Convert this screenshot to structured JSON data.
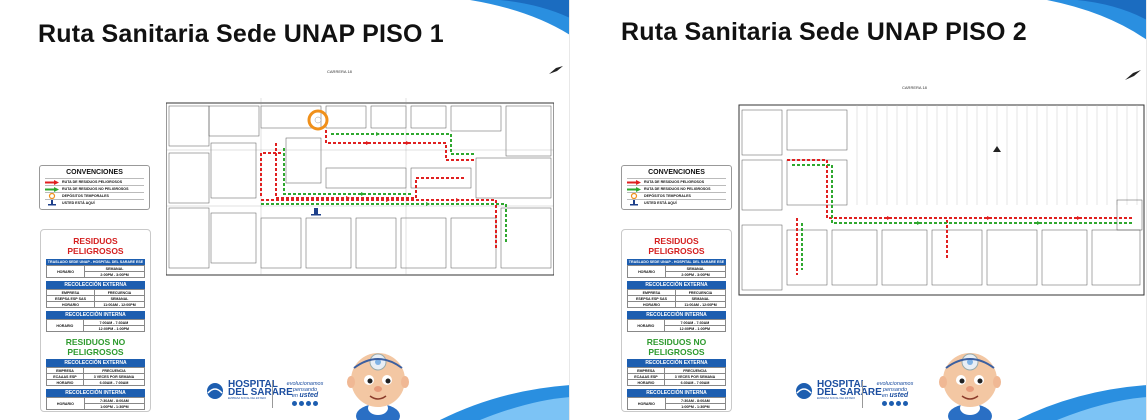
{
  "panels": [
    {
      "title": "Ruta Sanitaria Sede UNAP PISO 1",
      "street": "CARRERA 18"
    },
    {
      "title": "Ruta Sanitaria Sede UNAP PISO 2",
      "street": "CARRERA 18"
    }
  ],
  "legend": {
    "title": "CONVENCIONES",
    "items": [
      {
        "label": "RUTA DE RESIDUOS PELIGROSOS",
        "icon": "red-arrow-icon",
        "color": "#e02020"
      },
      {
        "label": "RUTA DE RESIDUOS NO PELIGROSOS",
        "icon": "green-arrow-icon",
        "color": "#2fa82f"
      },
      {
        "label": "DEPÓSITOS TEMPORALES",
        "icon": "orange-circle-icon",
        "color": "#f0901a"
      },
      {
        "label": "USTED ESTÁ AQUÍ",
        "icon": "you-are-here-icon",
        "color": "#1d3f8a"
      }
    ]
  },
  "schedule": {
    "hazardous_title": "RESIDUOS PELIGROSOS",
    "transfer_label": "TRASLADO SEDE UNAP - HOSPITAL DEL SARARE ESE",
    "horario_label": "HORARIO",
    "semanal_label": "SEMANAL",
    "transfer_time": "2:00PM - 3:00PM",
    "external_label": "RECOLECCIÓN EXTERNA",
    "empresa_label": "EMPRESA",
    "frecuencia_label": "FRECUENCIA",
    "ext_company": "ESEPSA ESP SAS",
    "ext_freq": "SEMANAL",
    "ext_time": "11:00AM - 12:00PM",
    "internal_label": "RECOLECCIÓN INTERNA",
    "int_time_1": "7:00AM - 7:30AM",
    "int_time_2": "12:00PM - 1:00PM",
    "nonhaz_title": "RESIDUOS NO PELIGROSOS",
    "nh_company": "ECAAAS ESP",
    "nh_freq": "3 VECES POR SEMANA",
    "nh_ext_time": "6:30AM - 7:00AM",
    "nh_int_time_1": "7:30AM - 8:00AM",
    "nh_int_time_2": "1:00PM - 1:30PM"
  },
  "branding": {
    "hospital_line1": "HOSPITAL",
    "hospital_line2": "DEL SARARE",
    "hospital_sub": "EMPRESA SOCIAL DEL ESTADO",
    "slogan_line1": "evolucionamos pensando",
    "slogan_line2": "en",
    "slogan_line3": "usted"
  },
  "colors": {
    "hazard_route": "#e02020",
    "nonhazard_route": "#2fa82f",
    "deposit": "#f0901a",
    "brand_blue": "#1d5eb0",
    "header_red": "#d42020",
    "header_green": "#2e9a2e"
  }
}
